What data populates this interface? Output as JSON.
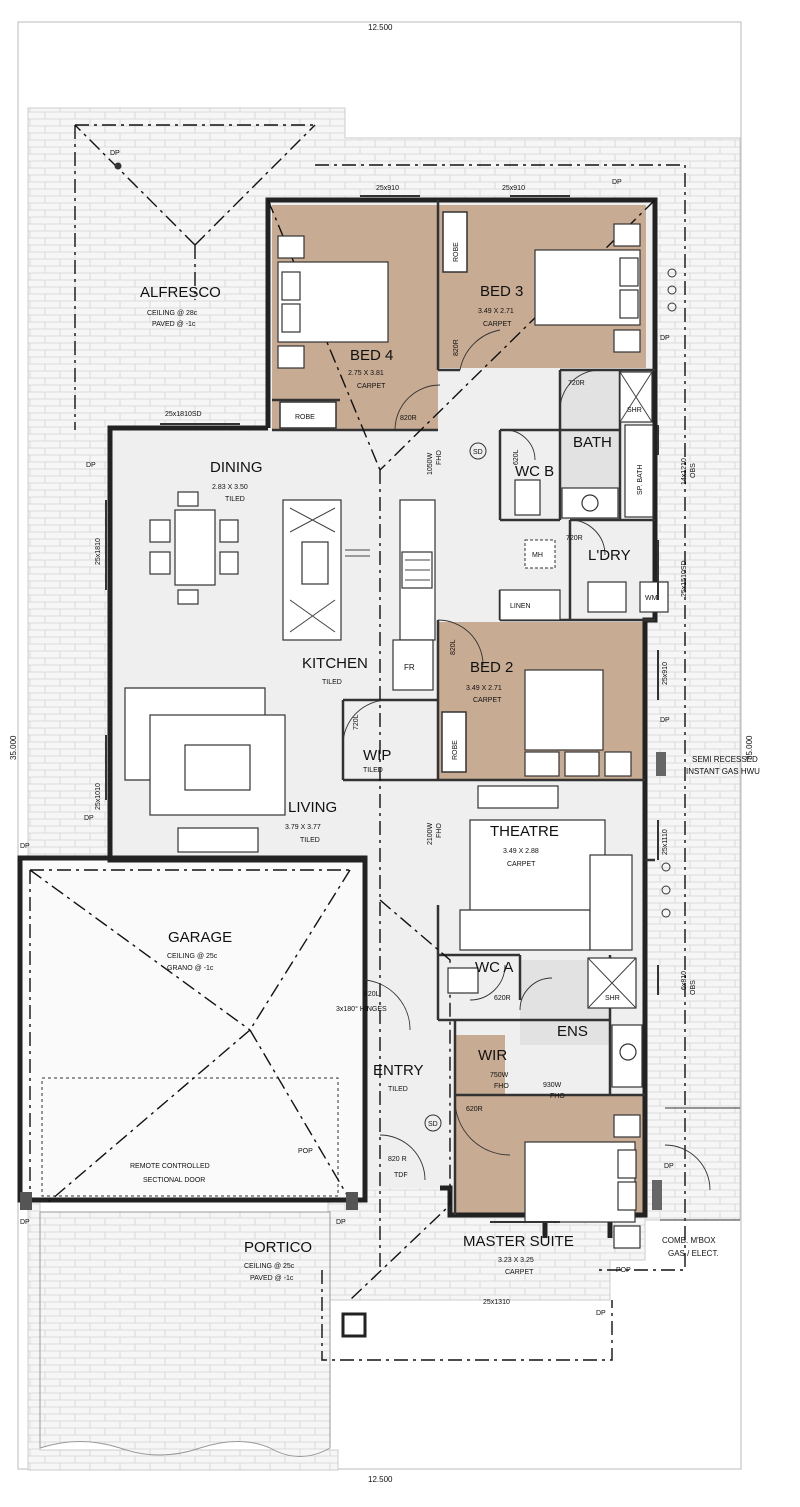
{
  "colors": {
    "carpet": "#c7ab93",
    "tile_floor": "#efefef",
    "paving": "#f4f4f4",
    "wall": "#222222"
  },
  "dimensions": {
    "top": "12.500",
    "bottom": "12.500",
    "left": "35.000",
    "right": "35.000"
  },
  "rooms": {
    "alfresco": {
      "name": "ALFRESCO",
      "line1": "CEILING @ 28c",
      "line2": "PAVED @ -1c"
    },
    "bed4": {
      "name": "BED 4",
      "size": "2.75 X 3.81",
      "finish": "CARPET"
    },
    "bed3": {
      "name": "BED 3",
      "size": "3.49 X 2.71",
      "finish": "CARPET"
    },
    "dining": {
      "name": "DINING",
      "size": "2.83 X 3.50",
      "finish": "TILED"
    },
    "bath": {
      "name": "BATH"
    },
    "wcb": {
      "name": "WC B"
    },
    "ldry": {
      "name": "L'DRY"
    },
    "kitchen": {
      "name": "KITCHEN",
      "finish": "TILED"
    },
    "bed2": {
      "name": "BED 2",
      "size": "3.49 X 2.71",
      "finish": "CARPET"
    },
    "wip": {
      "name": "WIP",
      "finish": "TILED"
    },
    "living": {
      "name": "LIVING",
      "size": "3.79 X 3.77",
      "finish": "TILED"
    },
    "theatre": {
      "name": "THEATRE",
      "size": "3.49 X 2.88",
      "finish": "CARPET"
    },
    "garage": {
      "name": "GARAGE",
      "line1": "CEILING @ 25c",
      "line2": "GRANO @ -1c"
    },
    "wca": {
      "name": "WC A"
    },
    "ens": {
      "name": "ENS"
    },
    "wir": {
      "name": "WIR"
    },
    "entry": {
      "name": "ENTRY",
      "finish": "TILED"
    },
    "master": {
      "name": "MASTER SUITE",
      "size": "3.23 X 3.25",
      "finish": "CARPET"
    },
    "portico": {
      "name": "PORTICO",
      "line1": "CEILING @ 25c",
      "line2": "PAVED @ -1c"
    }
  },
  "labels": {
    "dp": "DP",
    "pop": "POP",
    "robe": "ROBE",
    "shr": "SHR",
    "mh": "MH",
    "linen": "LINEN",
    "fr": "FR",
    "sd": "SD",
    "wm": "WM",
    "obs": "OBS",
    "sp_bath": "SP. BATH",
    "remote_door_1": "REMOTE CONTROLLED",
    "remote_door_2": "SECTIONAL DOOR",
    "hwu_1": "SEMI RECESSED",
    "hwu_2": "INSTANT GAS HWU",
    "mbox_1": "COMB. M'BOX",
    "mbox_2": "GAS / ELECT.",
    "hinges": "3x180° HINGES"
  },
  "doors": {
    "d820r_bed4": "820R",
    "d820r_bed3": "820R",
    "d720r_bath": "720R",
    "d620l_wc": "620L",
    "d720r_ldry": "720R",
    "d820l_bed2": "820L",
    "d720l_wip": "720L",
    "d620r_wca": "620R",
    "d620r_ens": "620R",
    "d820l_entry": "820L",
    "d820r_front": "820 R",
    "tdf": "TDF"
  },
  "openings": {
    "fho_1050": "1050W",
    "fho_2100": "2100W",
    "fho_750": "750W",
    "fho_930": "930W",
    "fho": "FHO"
  },
  "windows": {
    "w1": "25x910",
    "w2": "25x910",
    "w3": "25x1810SD",
    "w4": "25x1810",
    "w5": "25x1010",
    "w6": "14x1210",
    "w7": "25x1510SD",
    "w8": "25x910",
    "w9": "25x1110",
    "w10": "6x810",
    "w11": "25x1310"
  }
}
